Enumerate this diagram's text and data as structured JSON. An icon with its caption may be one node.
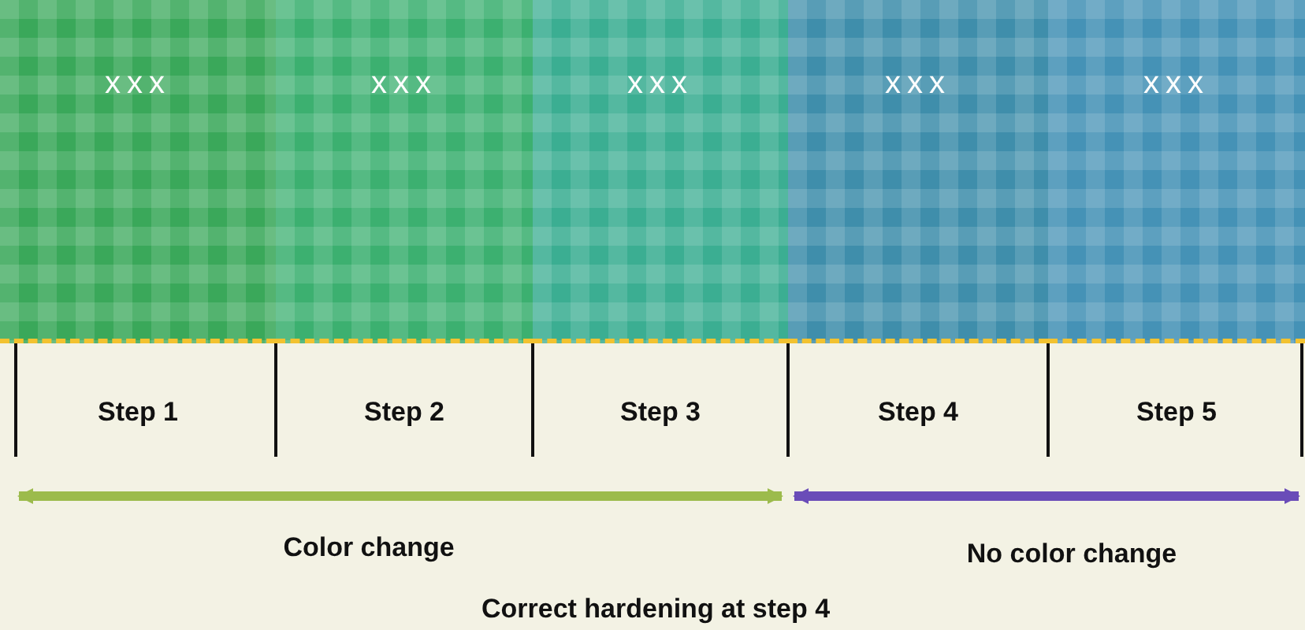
{
  "diagram": {
    "nodes": [
      {
        "text": [
          "xxx"
        ],
        "beside": [
          "Step 1"
        ]
      },
      {
        "text": [
          "xxx"
        ],
        "beside": [
          "Step 2"
        ]
      },
      {
        "text": [
          "xxx"
        ],
        "beside": [
          "Step 3"
        ]
      },
      {
        "text": [
          "xxx"
        ],
        "beside": [
          "Step 4"
        ]
      },
      {
        "text": [
          "xxx"
        ],
        "beside": [
          "Step 5"
        ]
      }
    ],
    "labels": [
      "Color change",
      "No color change",
      "Correct hardening at step 4"
    ]
  }
}
